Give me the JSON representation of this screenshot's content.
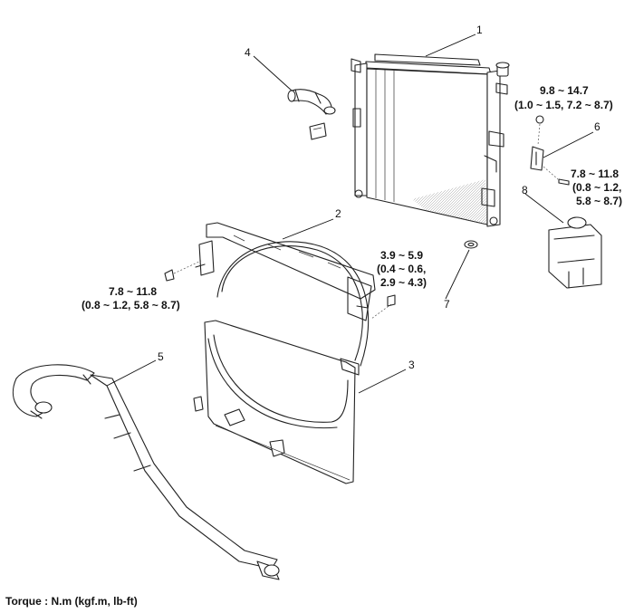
{
  "callouts": {
    "c1": "1",
    "c2": "2",
    "c3": "3",
    "c4": "4",
    "c5": "5",
    "c6": "6",
    "c7": "7",
    "c8": "8"
  },
  "torque_specs": {
    "cap_bolt": [
      "9.8 ~ 14.7",
      "(1.0 ~ 1.5, 7.2 ~ 8.7)"
    ],
    "bracket_bolt": [
      "7.8 ~ 11.8",
      "(0.8 ~ 1.2,",
      "5.8 ~ 8.7)"
    ],
    "shroud_bolt_right": [
      "3.9 ~ 5.9",
      "(0.4 ~ 0.6,",
      "2.9 ~ 4.3)"
    ],
    "shroud_bolt_left": [
      "7.8 ~ 11.8",
      "(0.8 ~ 1.2, 5.8 ~ 8.7)"
    ]
  },
  "footer": "Torque : N.m (kgf.m, lb-ft)",
  "icons": [
    "radiator",
    "fan-shroud-upper",
    "fan-shroud-lower",
    "upper-hose",
    "lower-hose",
    "reservoir-bracket",
    "mounting-grommet",
    "reservoir-tank",
    "bolt"
  ]
}
